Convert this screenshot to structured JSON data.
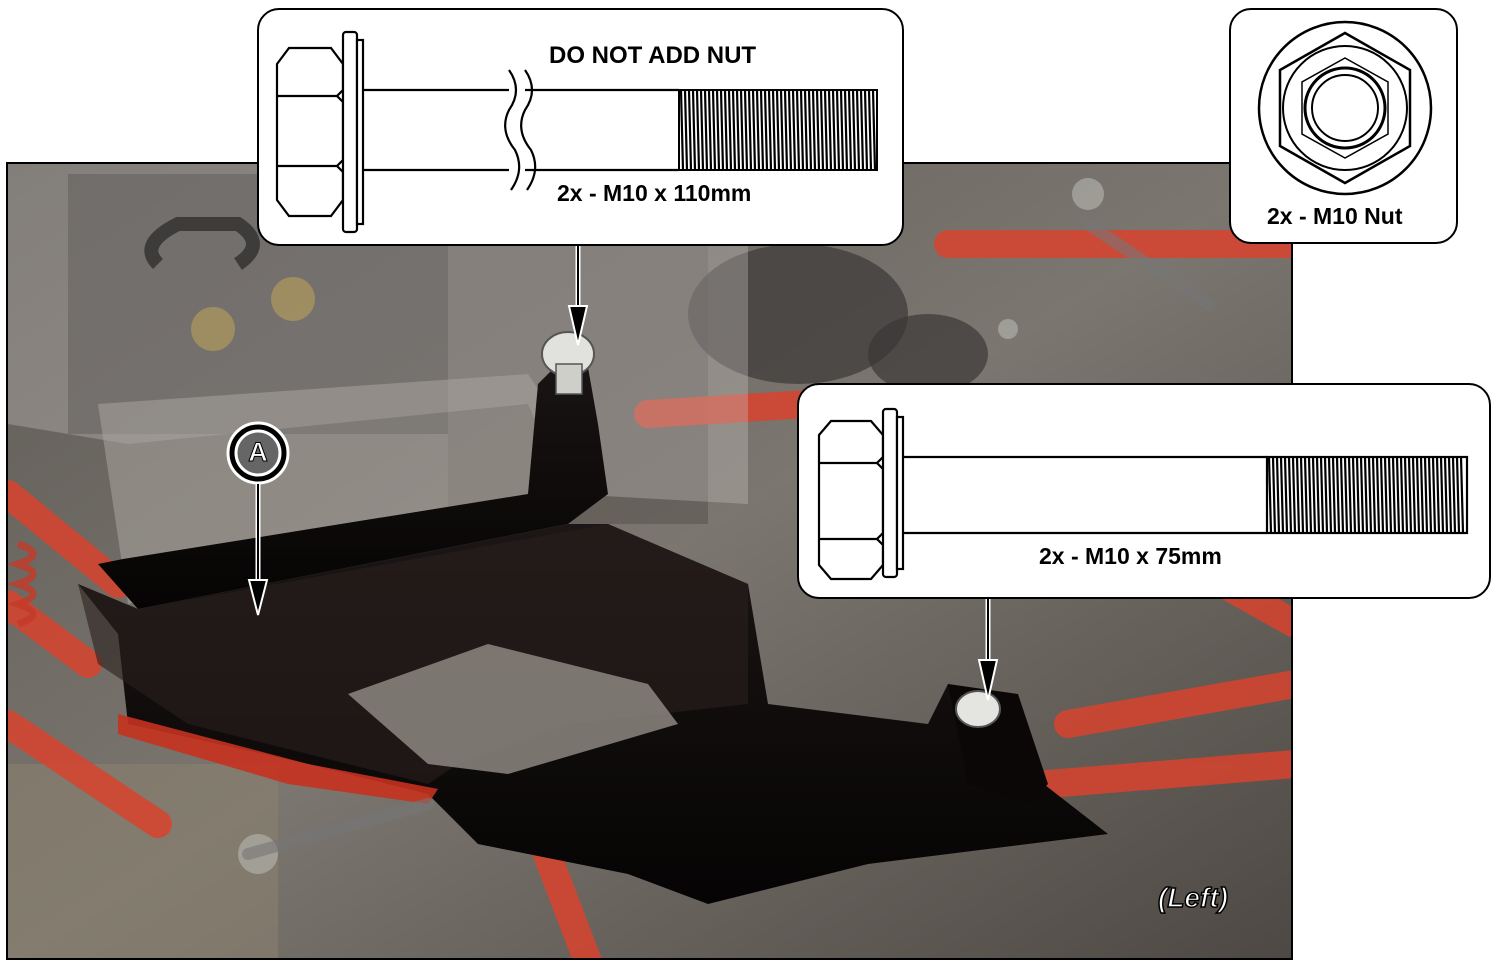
{
  "callouts": {
    "bolt_110": {
      "caption": "DO NOT ADD NUT",
      "quantity_label": "2x - M10 x 110mm"
    },
    "bolt_75": {
      "quantity_label": "2x - M10 x 75mm"
    },
    "nut": {
      "quantity_label": "2x - M10 Nut"
    }
  },
  "photo": {
    "callout_letter": "A",
    "view_label": "(Left)"
  },
  "colors": {
    "frame_red": "#d8432e",
    "bracket_black": "#0c0808",
    "line_black": "#000000"
  },
  "icons": [
    "flange-bolt-icon",
    "flange-nut-icon",
    "pointer-arrow-icon"
  ]
}
